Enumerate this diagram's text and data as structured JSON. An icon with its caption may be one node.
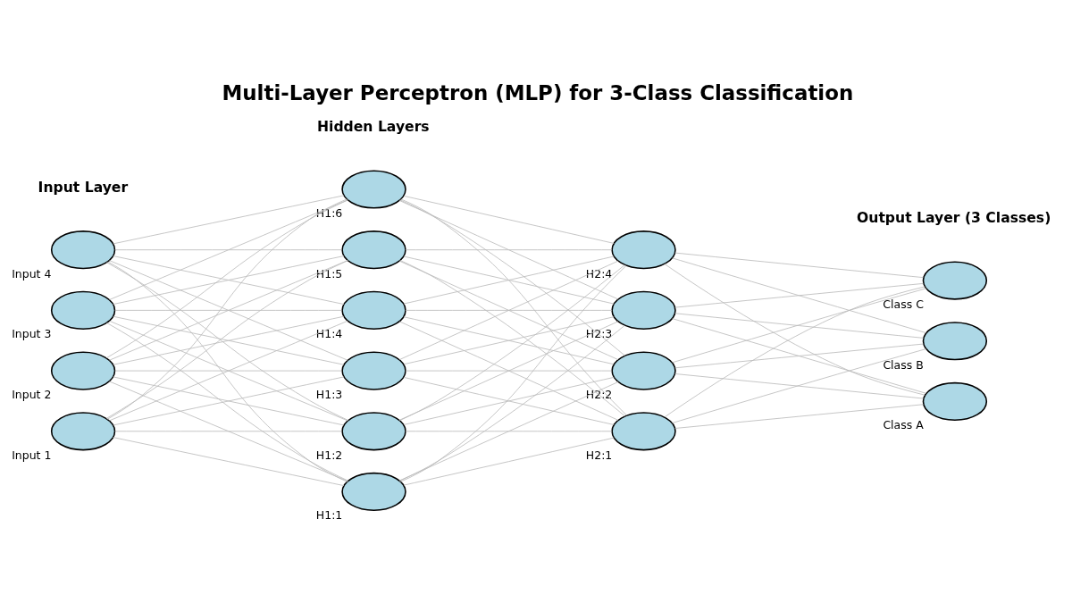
{
  "diagram": {
    "title": "Multi-Layer Perceptron (MLP) for 3-Class Classification",
    "nodes": [
      {
        "text": [],
        "shape": "ellipse",
        "beside": [
          "Input 4"
        ]
      },
      {
        "text": [],
        "shape": "ellipse",
        "beside": [
          "Input 3"
        ]
      },
      {
        "text": [],
        "shape": "ellipse",
        "beside": [
          "Input 2"
        ]
      },
      {
        "text": [],
        "shape": "ellipse",
        "beside": [
          "Input 1"
        ]
      },
      {
        "text": [],
        "shape": "ellipse",
        "beside": [
          "H1:6"
        ]
      },
      {
        "text": [],
        "shape": "ellipse",
        "beside": [
          "H1:5"
        ]
      },
      {
        "text": [],
        "shape": "ellipse",
        "beside": [
          "H1:4"
        ]
      },
      {
        "text": [],
        "shape": "ellipse",
        "beside": [
          "H1:3"
        ]
      },
      {
        "text": [],
        "shape": "ellipse",
        "beside": [
          "H1:2"
        ]
      },
      {
        "text": [],
        "shape": "ellipse",
        "beside": [
          "H1:1"
        ]
      },
      {
        "text": [],
        "shape": "ellipse",
        "beside": [
          "H2:4"
        ]
      },
      {
        "text": [],
        "shape": "ellipse",
        "beside": [
          "H2:3"
        ]
      },
      {
        "text": [],
        "shape": "ellipse",
        "beside": [
          "H2:2"
        ]
      },
      {
        "text": [],
        "shape": "ellipse",
        "beside": [
          "H2:1"
        ]
      },
      {
        "text": [],
        "shape": "ellipse",
        "beside": [
          "Class C"
        ]
      },
      {
        "text": [],
        "shape": "ellipse",
        "beside": [
          "Class B"
        ]
      },
      {
        "text": [],
        "shape": "ellipse",
        "beside": [
          "Class A"
        ]
      }
    ],
    "edges": [
      {
        "from": 0,
        "to": 4,
        "arrow": "none"
      },
      {
        "from": 0,
        "to": 5,
        "arrow": "none"
      },
      {
        "from": 0,
        "to": 6,
        "arrow": "none"
      },
      {
        "from": 0,
        "to": 7,
        "arrow": "none"
      },
      {
        "from": 0,
        "to": 8,
        "arrow": "none"
      },
      {
        "from": 0,
        "to": 9,
        "arrow": "none"
      },
      {
        "from": 1,
        "to": 4,
        "arrow": "none"
      },
      {
        "from": 1,
        "to": 5,
        "arrow": "none"
      },
      {
        "from": 1,
        "to": 6,
        "arrow": "none"
      },
      {
        "from": 1,
        "to": 7,
        "arrow": "none"
      },
      {
        "from": 1,
        "to": 8,
        "arrow": "none"
      },
      {
        "from": 1,
        "to": 9,
        "arrow": "none"
      },
      {
        "from": 2,
        "to": 4,
        "arrow": "none"
      },
      {
        "from": 2,
        "to": 5,
        "arrow": "none"
      },
      {
        "from": 2,
        "to": 6,
        "arrow": "none"
      },
      {
        "from": 2,
        "to": 7,
        "arrow": "none"
      },
      {
        "from": 2,
        "to": 8,
        "arrow": "none"
      },
      {
        "from": 2,
        "to": 9,
        "arrow": "none"
      },
      {
        "from": 3,
        "to": 4,
        "arrow": "none"
      },
      {
        "from": 3,
        "to": 5,
        "arrow": "none"
      },
      {
        "from": 3,
        "to": 6,
        "arrow": "none"
      },
      {
        "from": 3,
        "to": 7,
        "arrow": "none"
      },
      {
        "from": 3,
        "to": 8,
        "arrow": "none"
      },
      {
        "from": 3,
        "to": 9,
        "arrow": "none"
      },
      {
        "from": 4,
        "to": 10,
        "arrow": "none"
      },
      {
        "from": 4,
        "to": 11,
        "arrow": "none"
      },
      {
        "from": 4,
        "to": 12,
        "arrow": "none"
      },
      {
        "from": 4,
        "to": 13,
        "arrow": "none"
      },
      {
        "from": 5,
        "to": 10,
        "arrow": "none"
      },
      {
        "from": 5,
        "to": 11,
        "arrow": "none"
      },
      {
        "from": 5,
        "to": 12,
        "arrow": "none"
      },
      {
        "from": 5,
        "to": 13,
        "arrow": "none"
      },
      {
        "from": 6,
        "to": 10,
        "arrow": "none"
      },
      {
        "from": 6,
        "to": 11,
        "arrow": "none"
      },
      {
        "from": 6,
        "to": 12,
        "arrow": "none"
      },
      {
        "from": 6,
        "to": 13,
        "arrow": "none"
      },
      {
        "from": 7,
        "to": 10,
        "arrow": "none"
      },
      {
        "from": 7,
        "to": 11,
        "arrow": "none"
      },
      {
        "from": 7,
        "to": 12,
        "arrow": "none"
      },
      {
        "from": 7,
        "to": 13,
        "arrow": "none"
      },
      {
        "from": 8,
        "to": 10,
        "arrow": "none"
      },
      {
        "from": 8,
        "to": 11,
        "arrow": "none"
      },
      {
        "from": 8,
        "to": 12,
        "arrow": "none"
      },
      {
        "from": 8,
        "to": 13,
        "arrow": "none"
      },
      {
        "from": 9,
        "to": 10,
        "arrow": "none"
      },
      {
        "from": 9,
        "to": 11,
        "arrow": "none"
      },
      {
        "from": 9,
        "to": 12,
        "arrow": "none"
      },
      {
        "from": 9,
        "to": 13,
        "arrow": "none"
      },
      {
        "from": 10,
        "to": 14,
        "arrow": "none"
      },
      {
        "from": 10,
        "to": 15,
        "arrow": "none"
      },
      {
        "from": 10,
        "to": 16,
        "arrow": "none"
      },
      {
        "from": 11,
        "to": 14,
        "arrow": "none"
      },
      {
        "from": 11,
        "to": 15,
        "arrow": "none"
      },
      {
        "from": 11,
        "to": 16,
        "arrow": "none"
      },
      {
        "from": 12,
        "to": 14,
        "arrow": "none"
      },
      {
        "from": 12,
        "to": 15,
        "arrow": "none"
      },
      {
        "from": 12,
        "to": 16,
        "arrow": "none"
      },
      {
        "from": 13,
        "to": 14,
        "arrow": "none"
      },
      {
        "from": 13,
        "to": 15,
        "arrow": "none"
      },
      {
        "from": 13,
        "to": 16,
        "arrow": "none"
      }
    ],
    "labels": [
      "Input Layer",
      "Hidden Layers",
      "Output Layer (3 Classes)"
    ]
  }
}
